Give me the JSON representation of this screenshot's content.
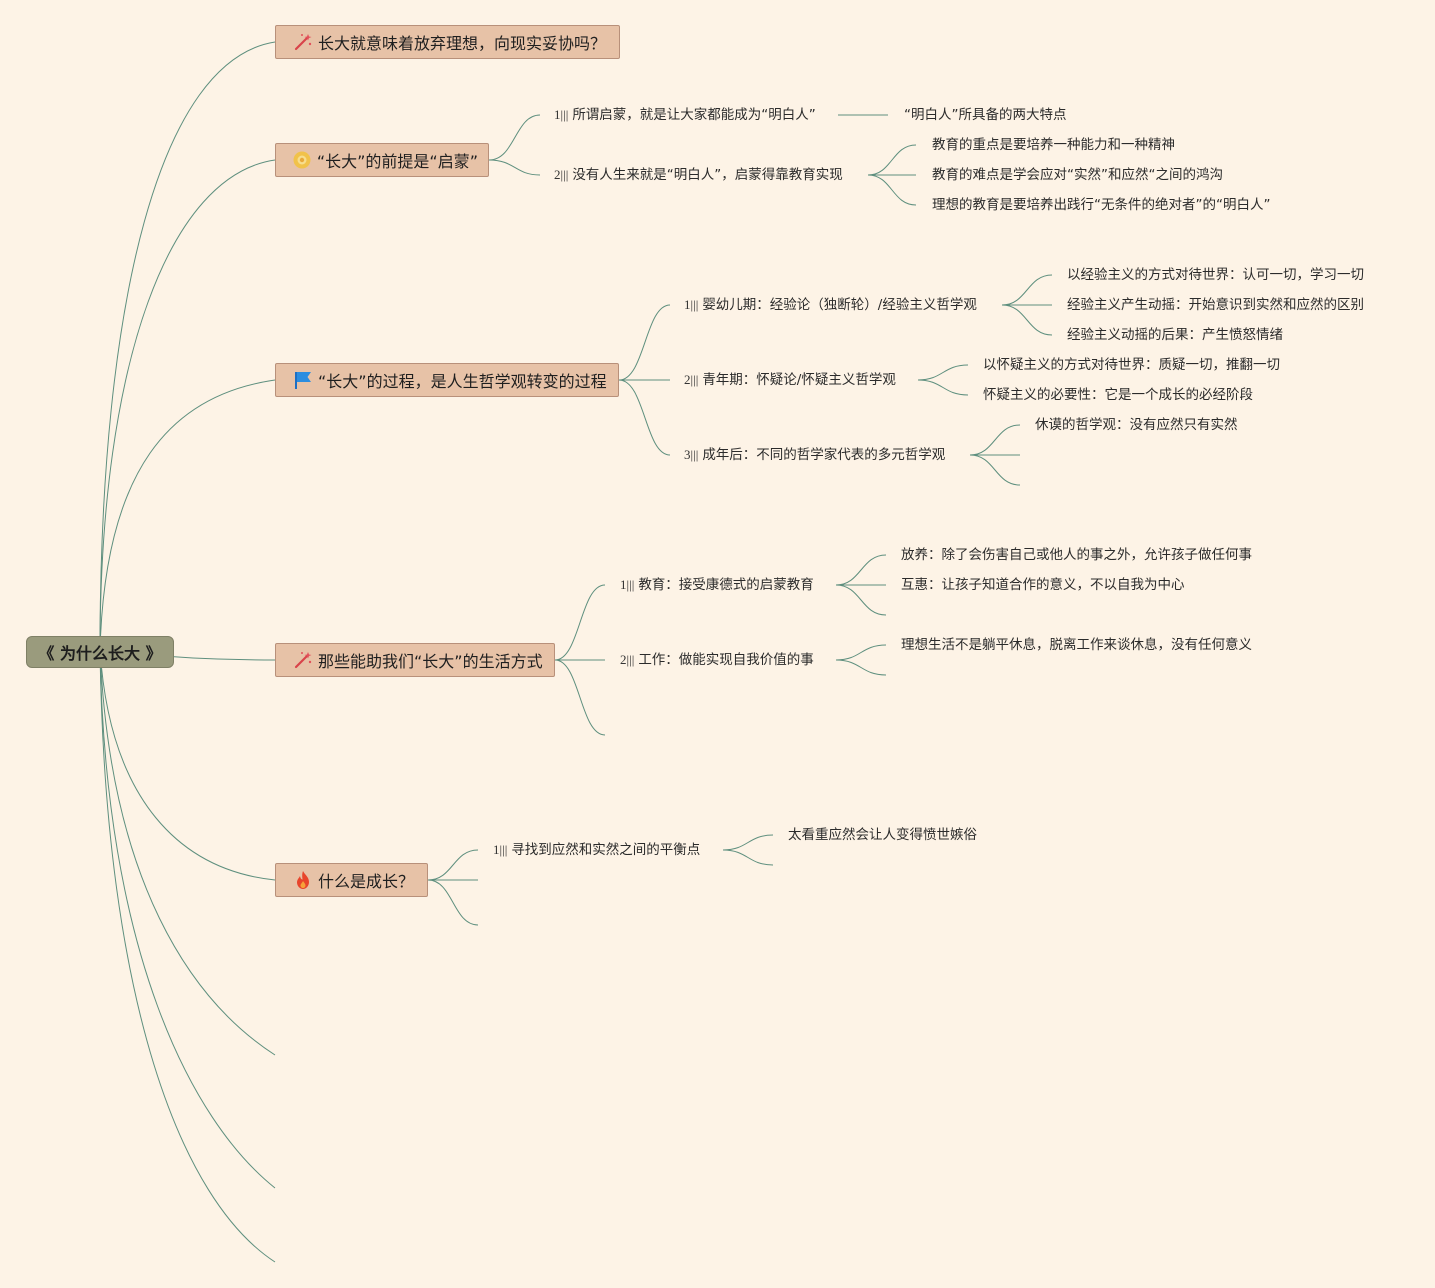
{
  "root": {
    "label": "《 为什么长大 》"
  },
  "branches": {
    "b1": {
      "label": "长大就意味着放弃理想，向现实妥协吗？",
      "icon": "magic-wand-icon"
    },
    "b2": {
      "label": "“长大”的前提是“启蒙”",
      "icon": "sunflower-icon",
      "c1": {
        "num": "1|||",
        "label": "所谓启蒙，就是让大家都能成为“明白人”",
        "g1": "“明白人”所具备的两大特点"
      },
      "c2": {
        "num": "2|||",
        "label": "没有人生来就是“明白人”，启蒙得靠教育实现",
        "g1": "教育的重点是要培养一种能力和一种精神",
        "g2": "教育的难点是学会应对“实然”和应然“之间的鸿沟",
        "g3": "理想的教育是要培养出践行“无条件的绝对者”的“明白人”"
      }
    },
    "b3": {
      "label": "“长大”的过程，是人生哲学观转变的过程",
      "icon": "blue-flag-icon",
      "c1": {
        "num": "1|||",
        "label": "婴幼儿期：经验论（独断轮）/经验主义哲学观",
        "g1": "以经验主义的方式对待世界：认可一切，学习一切",
        "g2": "经验主义产生动摇：开始意识到实然和应然的区别",
        "g3": "经验主义动摇的后果：产生愤怒情绪"
      },
      "c2": {
        "num": "2|||",
        "label": "青年期：怀疑论/怀疑主义哲学观",
        "g1": "以怀疑主义的方式对待世界：质疑一切，推翻一切",
        "g2": "怀疑主义的必要性：它是一个成长的必经阶段"
      },
      "c3": {
        "num": "3|||",
        "label": "成年后：不同的哲学家代表的多元哲学观",
        "g1": "休谟的哲学观：没有应然只有实然"
      }
    },
    "b4": {
      "label": "那些能助我们“长大”的生活方式",
      "icon": "magic-wand-icon",
      "c1": {
        "num": "1|||",
        "label": "教育：接受康德式的启蒙教育",
        "g1": "放养：除了会伤害自己或他人的事之外，允许孩子做任何事",
        "g2": "互惠：让孩子知道合作的意义，不以自我为中心"
      },
      "c2": {
        "num": "2|||",
        "label": "工作：做能实现自我价值的事",
        "g1": "理想生活不是躺平休息，脱离工作来谈休息，没有任何意义"
      }
    },
    "b5": {
      "label": "什么是成长？",
      "icon": "fire-icon",
      "c1": {
        "num": "1|||",
        "label": "寻找到应然和实然之间的平衡点",
        "g1": "太看重应然会让人变得愤世嫉俗"
      }
    }
  },
  "colors": {
    "background": "#fdf3e6",
    "branch_fill": "#e7c2a7",
    "root_fill": "#9a9b7d",
    "edge": "#5e8f7e"
  }
}
